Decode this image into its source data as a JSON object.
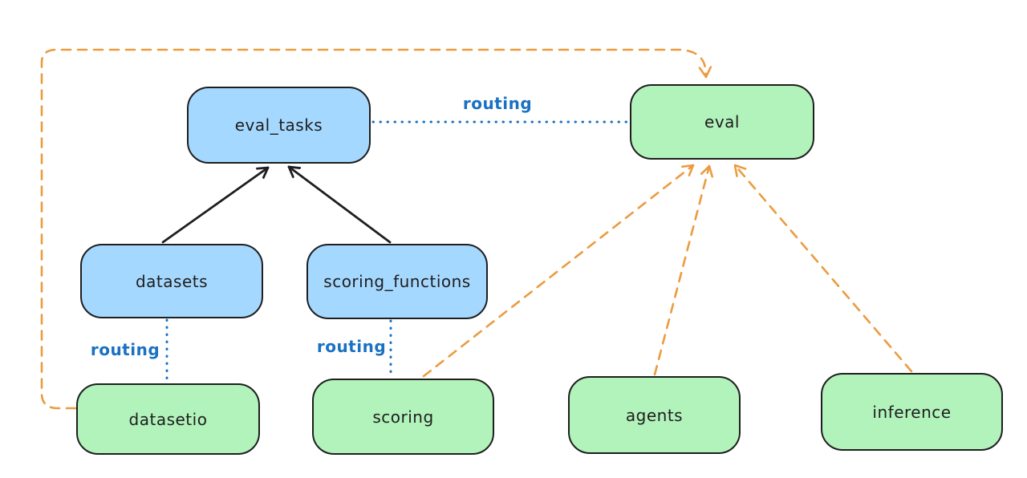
{
  "diagram": {
    "type": "architecture-diagram",
    "nodes": {
      "eval_tasks": {
        "label": "eval_tasks",
        "kind": "api",
        "fill": "#a5d8ff"
      },
      "eval": {
        "label": "eval",
        "kind": "provider",
        "fill": "#b2f2bb"
      },
      "datasets": {
        "label": "datasets",
        "kind": "api",
        "fill": "#a5d8ff"
      },
      "scoring_functions": {
        "label": "scoring_functions",
        "kind": "api",
        "fill": "#a5d8ff"
      },
      "datasetio": {
        "label": "datasetio",
        "kind": "provider",
        "fill": "#b2f2bb"
      },
      "scoring": {
        "label": "scoring",
        "kind": "provider",
        "fill": "#b2f2bb"
      },
      "agents": {
        "label": "agents",
        "kind": "provider",
        "fill": "#b2f2bb"
      },
      "inference": {
        "label": "inference",
        "kind": "provider",
        "fill": "#b2f2bb"
      }
    },
    "edge_labels": {
      "eval_tasks_to_eval": "routing",
      "datasets_to_datasetio": "routing",
      "scoring_functions_to_scoring": "routing"
    },
    "connections": [
      {
        "from": "datasets",
        "to": "eval_tasks",
        "style": "solid-black-arrow"
      },
      {
        "from": "scoring_functions",
        "to": "eval_tasks",
        "style": "solid-black-arrow"
      },
      {
        "from": "eval_tasks",
        "to": "eval",
        "style": "dotted-blue",
        "label": "routing"
      },
      {
        "from": "datasets",
        "to": "datasetio",
        "style": "dotted-blue",
        "label": "routing"
      },
      {
        "from": "scoring_functions",
        "to": "scoring",
        "style": "dotted-blue",
        "label": "routing"
      },
      {
        "from": "datasetio",
        "to": "eval",
        "style": "dashed-orange-arrow",
        "route": "around-left-and-top"
      },
      {
        "from": "scoring",
        "to": "eval",
        "style": "dashed-orange-arrow"
      },
      {
        "from": "agents",
        "to": "eval",
        "style": "dashed-orange-arrow"
      },
      {
        "from": "inference",
        "to": "eval",
        "style": "dashed-orange-arrow"
      }
    ],
    "colors": {
      "api_fill": "#a5d8ff",
      "provider_fill": "#b2f2bb",
      "node_stroke": "#1e1e1e",
      "routing_blue": "#1971c2",
      "provider_arrow_orange": "#ec9b40",
      "solid_arrow_black": "#1e1e1e",
      "background": "#ffffff"
    }
  }
}
